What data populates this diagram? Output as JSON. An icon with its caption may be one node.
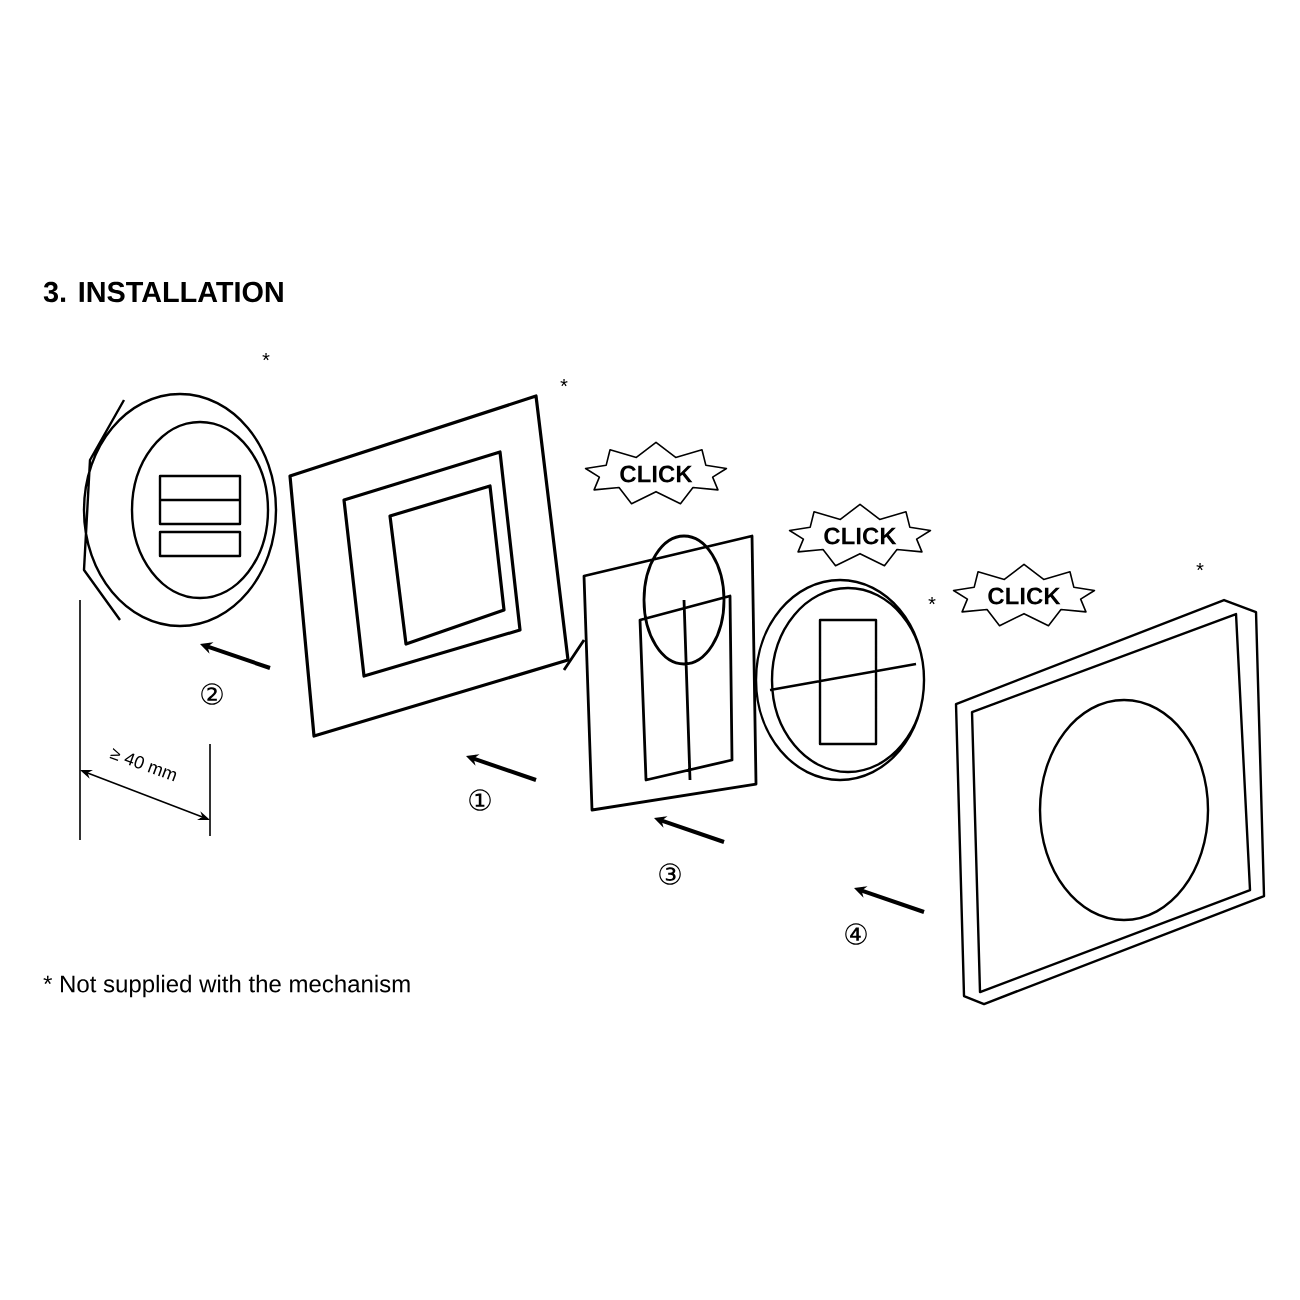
{
  "diagram": {
    "title": "3. INSTALLATION",
    "nodes": [
      {
        "text": [
          "CLICK"
        ]
      },
      {
        "text": [
          "CLICK"
        ]
      },
      {
        "text": [
          "CLICK"
        ]
      }
    ],
    "labels": [
      "*",
      "*",
      "*",
      "*",
      "②",
      "≥ 40 mm",
      "①",
      "③",
      "④"
    ],
    "caption": "* Not supplied with the mechanism"
  }
}
